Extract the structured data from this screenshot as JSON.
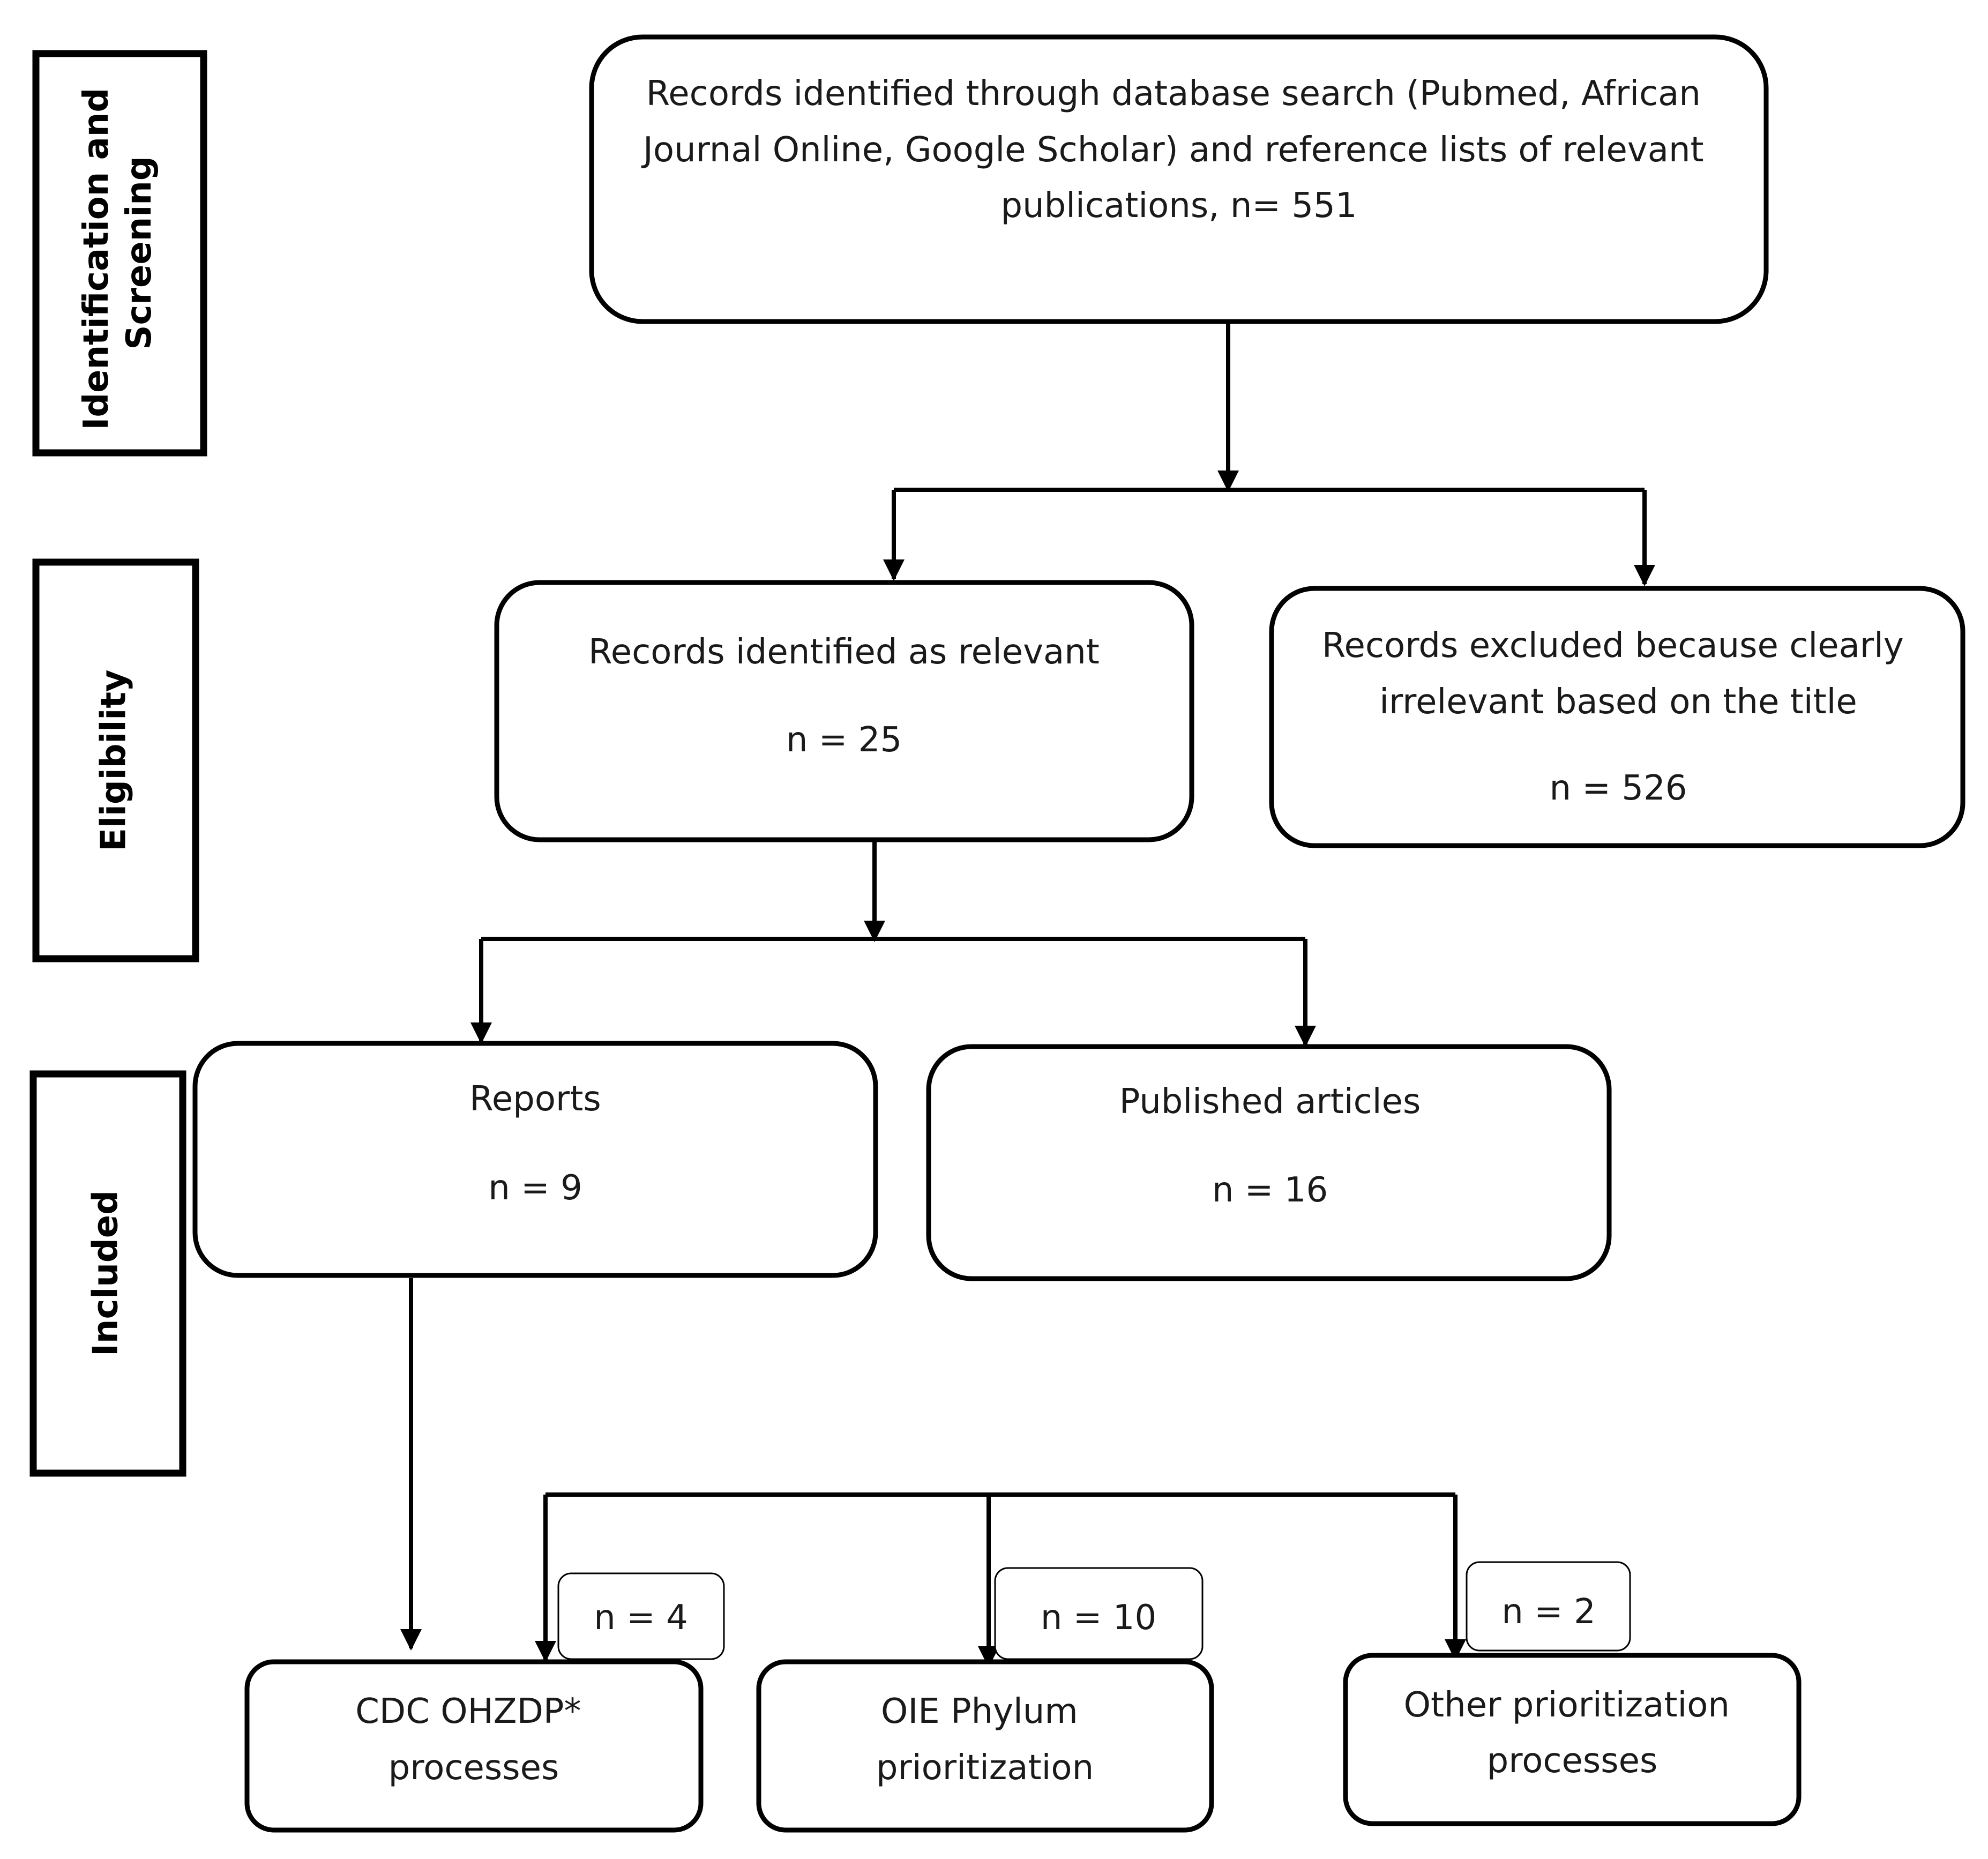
{
  "stages": {
    "identification": [
      "Identification and",
      "Screening"
    ],
    "eligibility": "Eligibility",
    "included": "Included"
  },
  "boxes": {
    "records_identified": [
      "Records identified through database search (Pubmed, African",
      "Journal Online, Google Scholar) and reference lists of relevant",
      "publications, n= 551"
    ],
    "relevant": {
      "label": "Records identified as relevant",
      "count": "n = 25"
    },
    "excluded": {
      "label": [
        "Records excluded because clearly",
        "irrelevant based on the title"
      ],
      "count": "n = 526"
    },
    "reports": {
      "label": "Reports",
      "count": "n = 9"
    },
    "published": {
      "label": "Published articles",
      "count": "n = 16"
    },
    "cdc": [
      "CDC OHZDP*",
      "processes"
    ],
    "oie": [
      "OIE Phylum",
      "prioritization"
    ],
    "other": [
      "Other prioritization",
      "processes"
    ]
  },
  "badges": {
    "cdc": "n = 4",
    "oie": "n = 10",
    "other": "n = 2"
  }
}
